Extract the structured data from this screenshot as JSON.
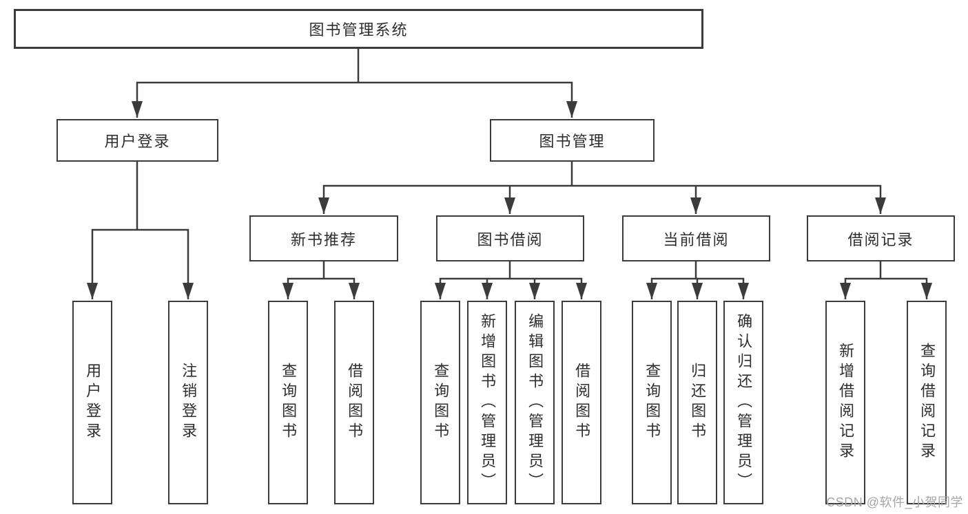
{
  "diagram": {
    "title": "图书管理系统",
    "root": {
      "label": "图书管理系统"
    },
    "branches": [
      {
        "label": "用户登录",
        "children": [
          {
            "label": "用户登录"
          },
          {
            "label": "注销登录"
          }
        ]
      },
      {
        "label": "图书管理",
        "children": [
          {
            "label": "新书推荐",
            "children": [
              {
                "label": "查询图书"
              },
              {
                "label": "借阅图书"
              }
            ]
          },
          {
            "label": "图书借阅",
            "children": [
              {
                "label": "查询图书"
              },
              {
                "label": "新增图书（管理员）"
              },
              {
                "label": "编辑图书（管理员）"
              },
              {
                "label": "借阅图书"
              }
            ]
          },
          {
            "label": "当前借阅",
            "children": [
              {
                "label": "查询图书"
              },
              {
                "label": "归还图书"
              },
              {
                "label": "确认归还（管理员）"
              }
            ]
          },
          {
            "label": "借阅记录",
            "children": [
              {
                "label": "新增借阅记录"
              },
              {
                "label": "查询借阅记录"
              }
            ]
          }
        ]
      }
    ]
  },
  "watermark": {
    "text": "CSDN @软件_小贺同学"
  },
  "colors": {
    "line": "#3b3b3b",
    "box_border": "#3b3b3b",
    "text": "#2e2e2e",
    "watermark_text": "#a6a6a6",
    "background": "#ffffff"
  }
}
